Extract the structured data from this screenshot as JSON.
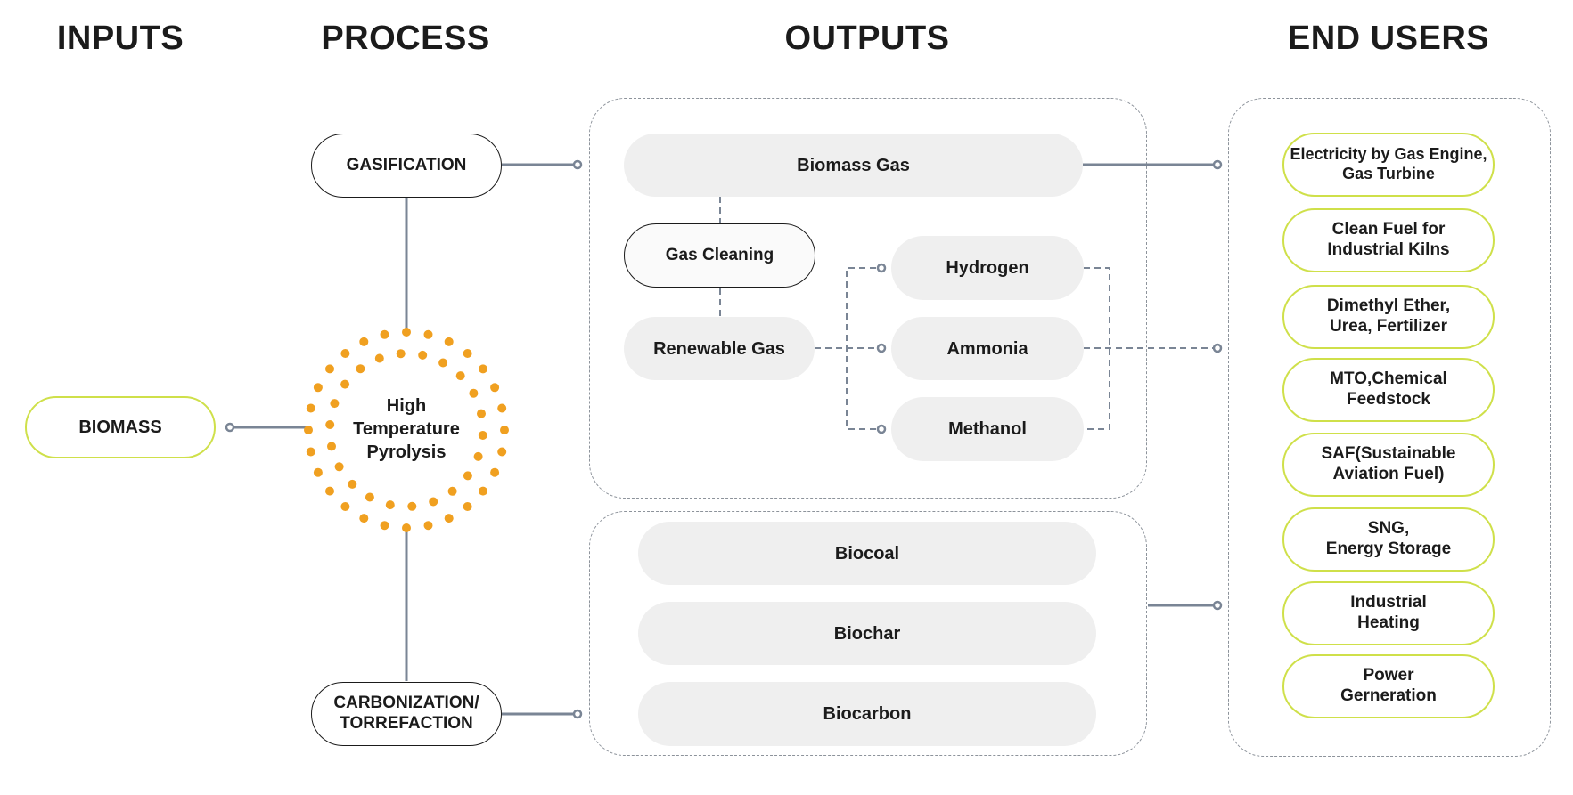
{
  "columns": {
    "inputs": "INPUTS",
    "process": "PROCESS",
    "outputs": "OUTPUTS",
    "end_users": "END USERS"
  },
  "inputs": {
    "biomass": "BIOMASS"
  },
  "process": {
    "gasification": "GASIFICATION",
    "pyrolysis_line1": "High",
    "pyrolysis_line2": "Temperature",
    "pyrolysis_line3": "Pyrolysis",
    "carbonization_line1": "CARBONIZATION/",
    "carbonization_line2": "TORREFACTION"
  },
  "outputs": {
    "gas_group": {
      "biomass_gas": "Biomass Gas",
      "gas_cleaning": "Gas Cleaning",
      "renewable_gas": "Renewable Gas",
      "hydrogen": "Hydrogen",
      "ammonia": "Ammonia",
      "methanol": "Methanol"
    },
    "solid_group": {
      "biocoal": "Biocoal",
      "biochar": "Biochar",
      "biocarbon": "Biocarbon"
    }
  },
  "end_users": [
    {
      "line1": "Electricity by Gas Engine,",
      "line2": "Gas Turbine"
    },
    {
      "line1": "Clean Fuel for",
      "line2": "Industrial Kilns"
    },
    {
      "line1": "Dimethyl Ether,",
      "line2": "Urea, Fertilizer"
    },
    {
      "line1": "MTO,Chemical",
      "line2": "Feedstock"
    },
    {
      "line1": "SAF(Sustainable",
      "line2": "Aviation Fuel)"
    },
    {
      "line1": "SNG,",
      "line2": "Energy Storage"
    },
    {
      "line1": "Industrial",
      "line2": "Heating"
    },
    {
      "line1": "Power",
      "line2": "Gerneration"
    }
  ],
  "colors": {
    "connector": "#7a8595",
    "accent_green": "#cfe04a",
    "pyrolysis_orange": "#f0a020",
    "grey_fill": "#efefef"
  }
}
